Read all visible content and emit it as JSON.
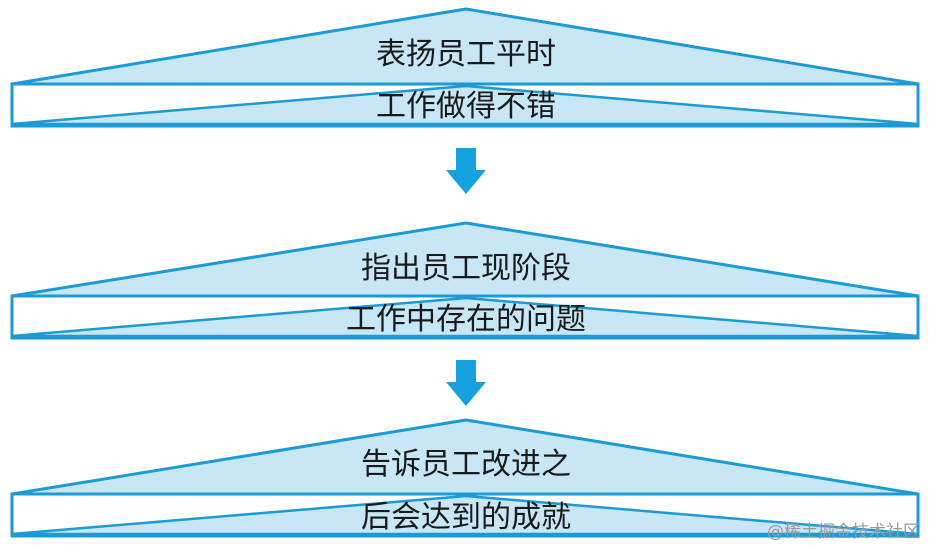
{
  "colors": {
    "fill": "#c8e7f6",
    "stroke": "#1a9ad6",
    "arrow": "#15a0e0",
    "text": "#1a1a1a"
  },
  "steps": [
    {
      "line1": "表扬员工平时",
      "line2": "工作做得不错"
    },
    {
      "line1": "指出员工现阶段",
      "line2": "工作中存在的问题"
    },
    {
      "line1": "告诉员工改进之",
      "line2": "后会达到的成就"
    }
  ],
  "arrows": [
    {
      "icon": "arrow-down-icon"
    },
    {
      "icon": "arrow-down-icon"
    }
  ],
  "watermark": "@稀土掘金技术社区"
}
